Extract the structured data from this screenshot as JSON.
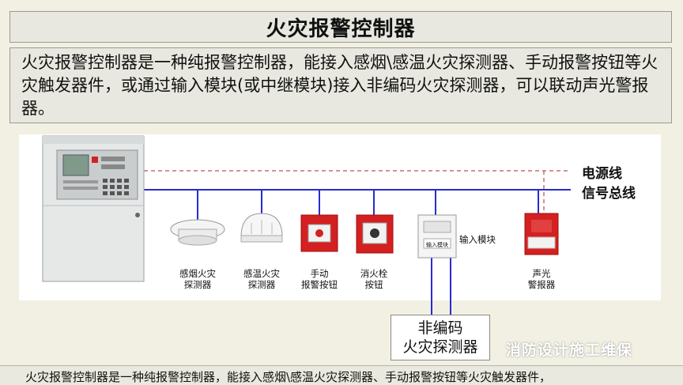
{
  "title": "火灾报警控制器",
  "description": "火灾报警控制器是一种纯报警控制器，能接入感烟\\感温火灾探测器、手动报警按钮等火灾触发器件，或通过输入模块(或中继模块)接入非编码火灾探测器，可以联动声光警报器。",
  "lines": {
    "power": "电源线",
    "signal": "信号总线"
  },
  "devices": [
    {
      "name": "smoke-detector",
      "label_line1": "感烟火灾",
      "label_line2": "探测器"
    },
    {
      "name": "heat-detector",
      "label_line1": "感温火灾",
      "label_line2": "探测器"
    },
    {
      "name": "manual-call-point",
      "label_line1": "手动",
      "label_line2": "报警按钮"
    },
    {
      "name": "hydrant-button",
      "label_line1": "消火栓",
      "label_line2": "按钮"
    },
    {
      "name": "input-module",
      "label": "输入模块",
      "face_text": "输入模块"
    },
    {
      "name": "sounder-strobe",
      "label_line1": "声光",
      "label_line2": "警报器"
    }
  ],
  "non_coded": {
    "line1": "非编码",
    "line2": "火灾探测器"
  },
  "watermark": "消防设计施工维保",
  "bottom_caption": "火灾报警控制器是一种纯报警控制器，能接入感烟\\感温火灾探测器、手动报警按钮等火灾触发器件，",
  "colors": {
    "signal_bus": "#2a2ad0",
    "power_line": "#c07070",
    "device_red": "#d42020"
  }
}
